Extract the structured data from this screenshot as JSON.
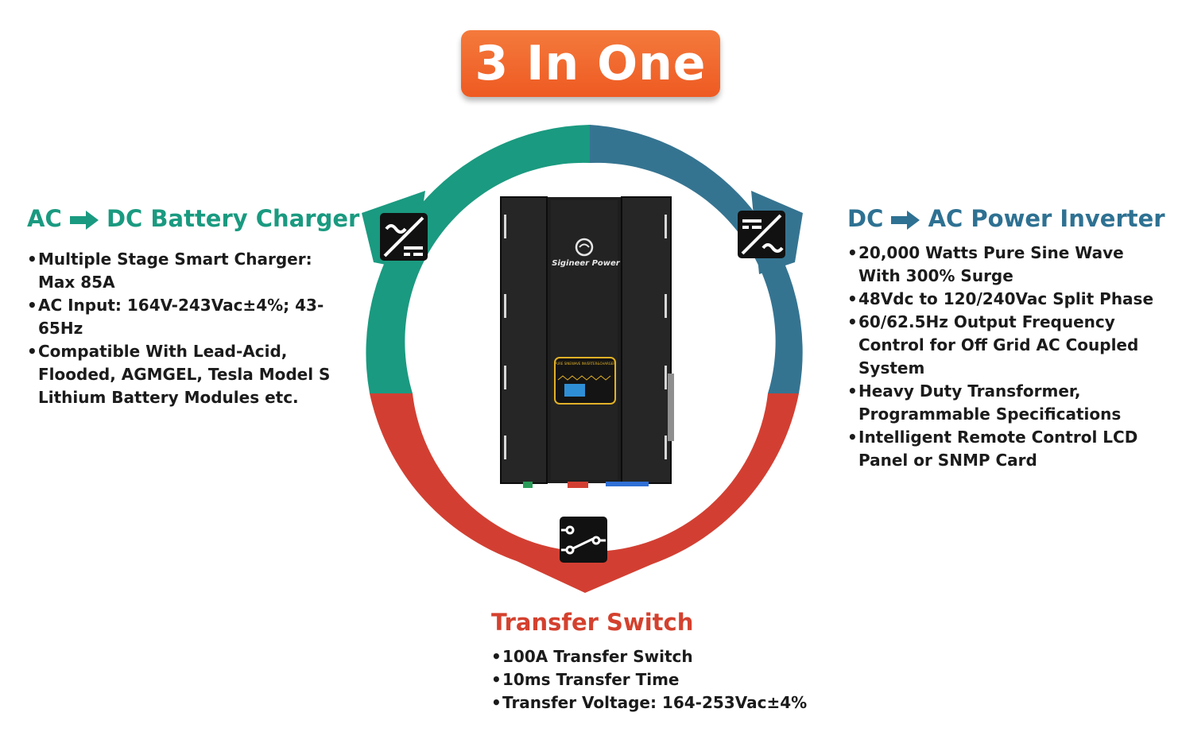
{
  "banner": {
    "title": "3 In One"
  },
  "product": {
    "brand": "Sigineer Power",
    "panel_label": "PURE SINEWAVE INVERTER&CHARGER"
  },
  "charger": {
    "title_left": "AC",
    "title_right": "DC Battery Charger",
    "color": "#1a9a80",
    "bullets": [
      "Multiple Stage Smart Charger:  Max 85A",
      "AC Input: 164V-243Vac±4%; 43-65Hz",
      "Compatible With Lead-Acid, Flooded, AGMGEL, Tesla Model S Lithium Battery Modules etc."
    ]
  },
  "inverter": {
    "title_left": "DC",
    "title_right": "AC Power Inverter",
    "color": "#2e7192",
    "bullets": [
      "20,000 Watts Pure Sine Wave With 300% Surge",
      "48Vdc to 120/240Vac Split Phase",
      "60/62.5Hz Output Frequency Control for Off Grid AC Coupled System",
      "Heavy Duty Transformer, Programmable Specifications",
      "Intelligent Remote Control LCD Panel or SNMP Card"
    ]
  },
  "transfer": {
    "title": "Transfer Switch",
    "color": "#d4412e",
    "bullets": [
      "100A Transfer Switch",
      "10ms Transfer Time",
      "Transfer Voltage: 164-253Vac±4%"
    ]
  },
  "icons": [
    "ac-to-dc-icon",
    "dc-to-ac-icon",
    "transfer-switch-icon",
    "arrow-right-icon"
  ]
}
